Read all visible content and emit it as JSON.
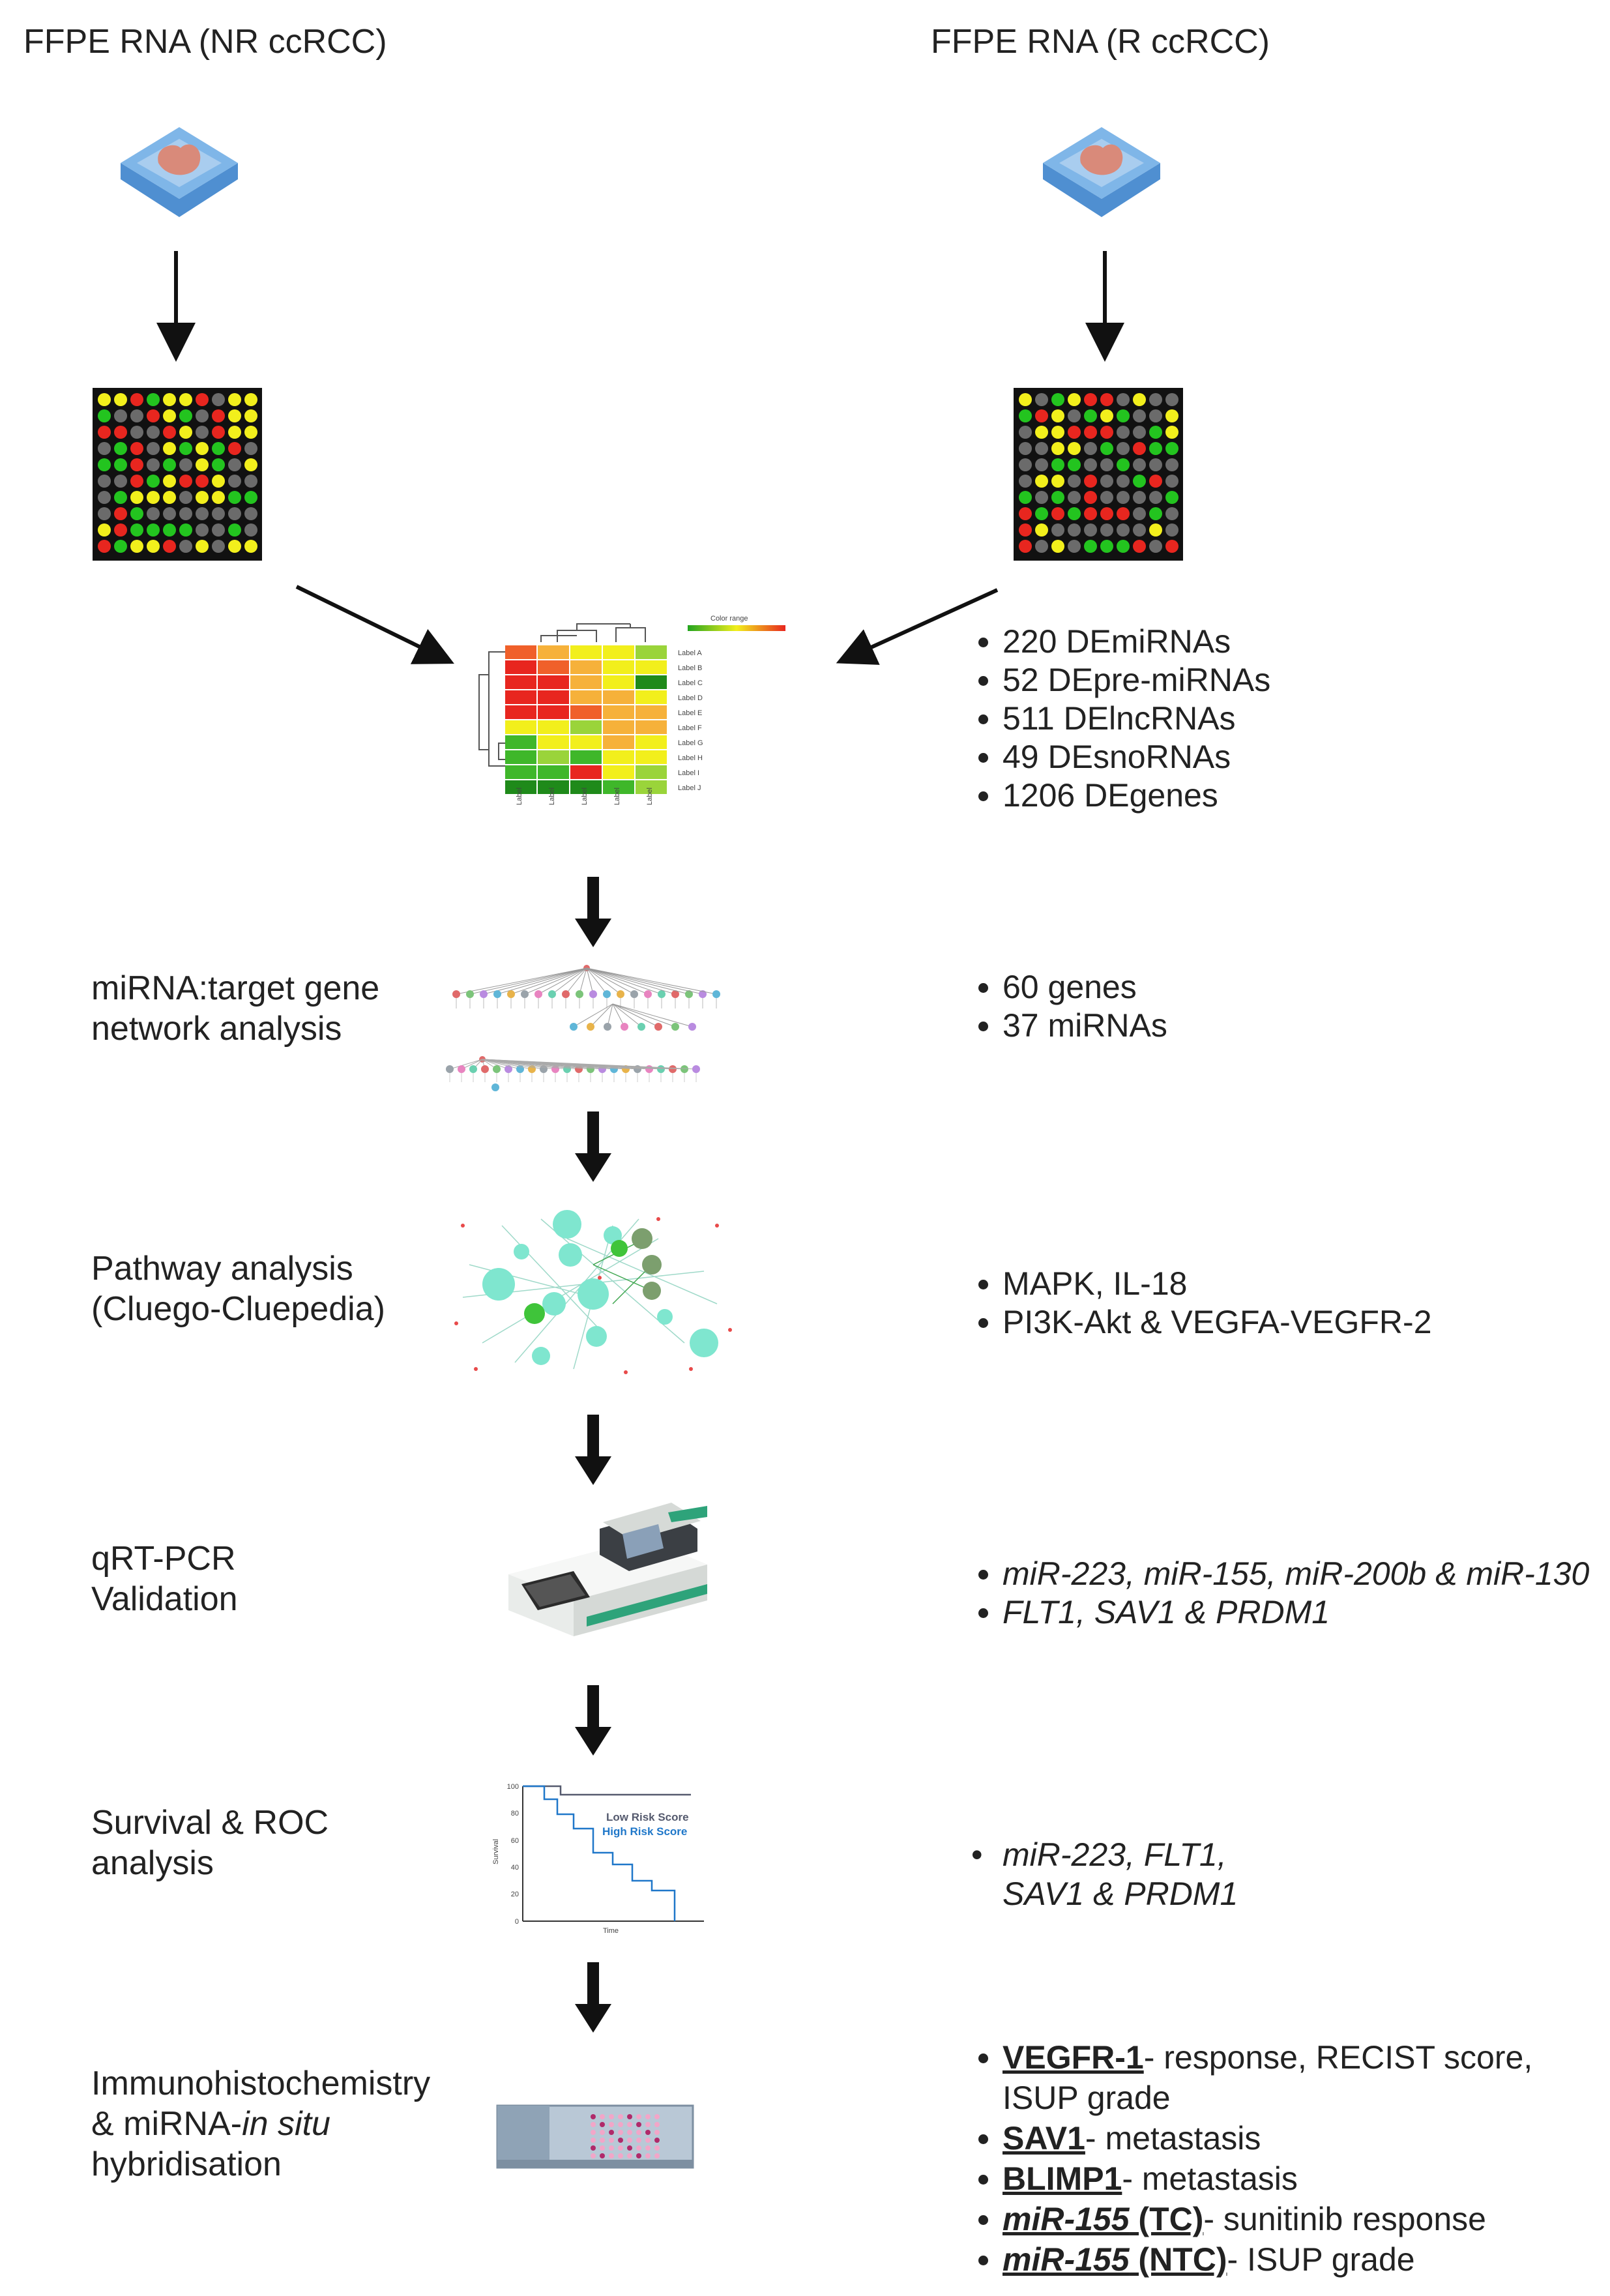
{
  "headers": {
    "left": "FFPE RNA (NR ccRCC)",
    "right": "FFPE RNA (R ccRCC)"
  },
  "heatmap": {
    "legend_title": "Color range",
    "row_labels": [
      "Label A",
      "Label B",
      "Label C",
      "Label D",
      "Label E",
      "Label F",
      "Label G",
      "Label H",
      "Label I",
      "Label J"
    ],
    "col_label": "Label"
  },
  "steps": {
    "network": "miRNA:target gene\nnetwork analysis",
    "pathway": "Pathway analysis\n(Cluego-Cluepedia)",
    "qrtpcr": "qRT-PCR\nValidation",
    "survival": "Survival & ROC\nanalysis",
    "ihc_line1": "Immunohistochemistry",
    "ihc_line2a": "& miRNA-",
    "ihc_line2b": "in situ",
    "ihc_line3": "hybridisation"
  },
  "results": {
    "de": [
      "220 DEmiRNAs",
      "52  DEpre-miRNAs",
      "511 DElncRNAs",
      "49 DEsnoRNAs",
      "1206 DEgenes"
    ],
    "network": [
      "60 genes",
      "37 miRNAs"
    ],
    "pathway": [
      "MAPK, IL-18",
      "PI3K-Akt & VEGFA-VEGFR-2"
    ],
    "qrtpcr": [
      "miR-223, miR-155, miR-200b & miR-130",
      "FLT1, SAV1 & PRDM1"
    ],
    "survival_line1": "miR-223, FLT1,",
    "survival_line2": "SAV1 & PRDM1",
    "ihc": [
      {
        "key": "VEGFR-1",
        "text": "- response, RECIST score,",
        "text2": "ISUP grade"
      },
      {
        "key": "SAV1",
        "text": "- metastasis"
      },
      {
        "key": "BLIMP1",
        "text": "- metastasis"
      },
      {
        "key": "miR-155",
        "key_suffix": " (TC)",
        "text": "- sunitinib response"
      },
      {
        "key": "miR-155",
        "key_suffix": " (NTC)",
        "text": "- ISUP grade"
      }
    ]
  },
  "km_plot": {
    "y_label": "Survival",
    "x_label": "Time",
    "y_ticks": [
      "100",
      "80",
      "60",
      "40",
      "20",
      "0"
    ],
    "legend": [
      {
        "name": "Low Risk Score",
        "color": "#555a6e"
      },
      {
        "name": "High Risk Score",
        "color": "#1f77c9"
      }
    ]
  },
  "colors": {
    "red": "#e8261f",
    "green": "#23c41f",
    "yellow": "#f2ef1c",
    "gray": "#6b6b6b",
    "kit_blue": "#5a97d6",
    "kit_tissue": "#d98a7a",
    "machine_green": "#2ea37a"
  }
}
